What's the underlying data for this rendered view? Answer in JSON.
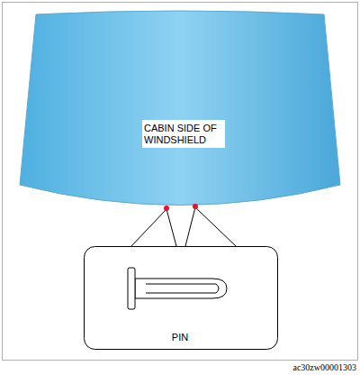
{
  "diagram": {
    "labels": [
      "CABIN SIDE OF WINDSHIELD",
      "PIN",
      "ac30zw00001303"
    ]
  }
}
